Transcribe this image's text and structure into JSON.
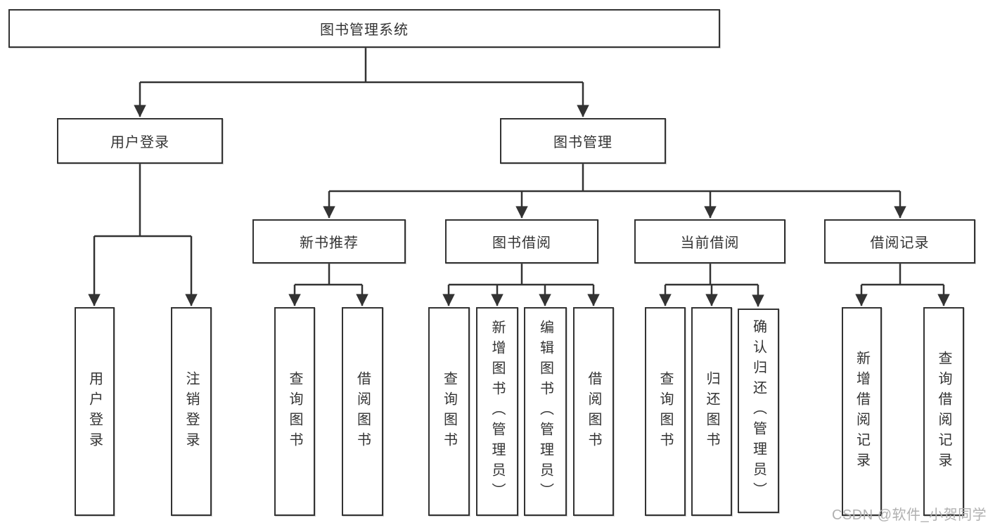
{
  "diagram": {
    "type": "hierarchy-tree",
    "tree": {
      "label": "图书管理系统",
      "children": [
        {
          "label": "用户登录",
          "children": [
            {
              "label": "用户登录"
            },
            {
              "label": "注销登录"
            }
          ]
        },
        {
          "label": "图书管理",
          "children": [
            {
              "label": "新书推荐",
              "children": [
                {
                  "label": "查询图书"
                },
                {
                  "label": "借阅图书"
                }
              ]
            },
            {
              "label": "图书借阅",
              "children": [
                {
                  "label": "查询图书"
                },
                {
                  "label": "新增图书（管理员）"
                },
                {
                  "label": "编辑图书（管理员）"
                },
                {
                  "label": "借阅图书"
                }
              ]
            },
            {
              "label": "当前借阅",
              "children": [
                {
                  "label": "查询图书"
                },
                {
                  "label": "归还图书"
                },
                {
                  "label": "确认归还（管理员）"
                }
              ]
            },
            {
              "label": "借阅记录",
              "children": [
                {
                  "label": "新增借阅记录"
                },
                {
                  "label": "查询借阅记录"
                }
              ]
            }
          ]
        }
      ]
    }
  },
  "watermark": {
    "text": "CSDN @软件_小贺同学"
  },
  "colors": {
    "line": "#333333",
    "box_border": "#333333",
    "text": "#333333",
    "watermark": "#b0b0b0",
    "background": "#ffffff"
  }
}
